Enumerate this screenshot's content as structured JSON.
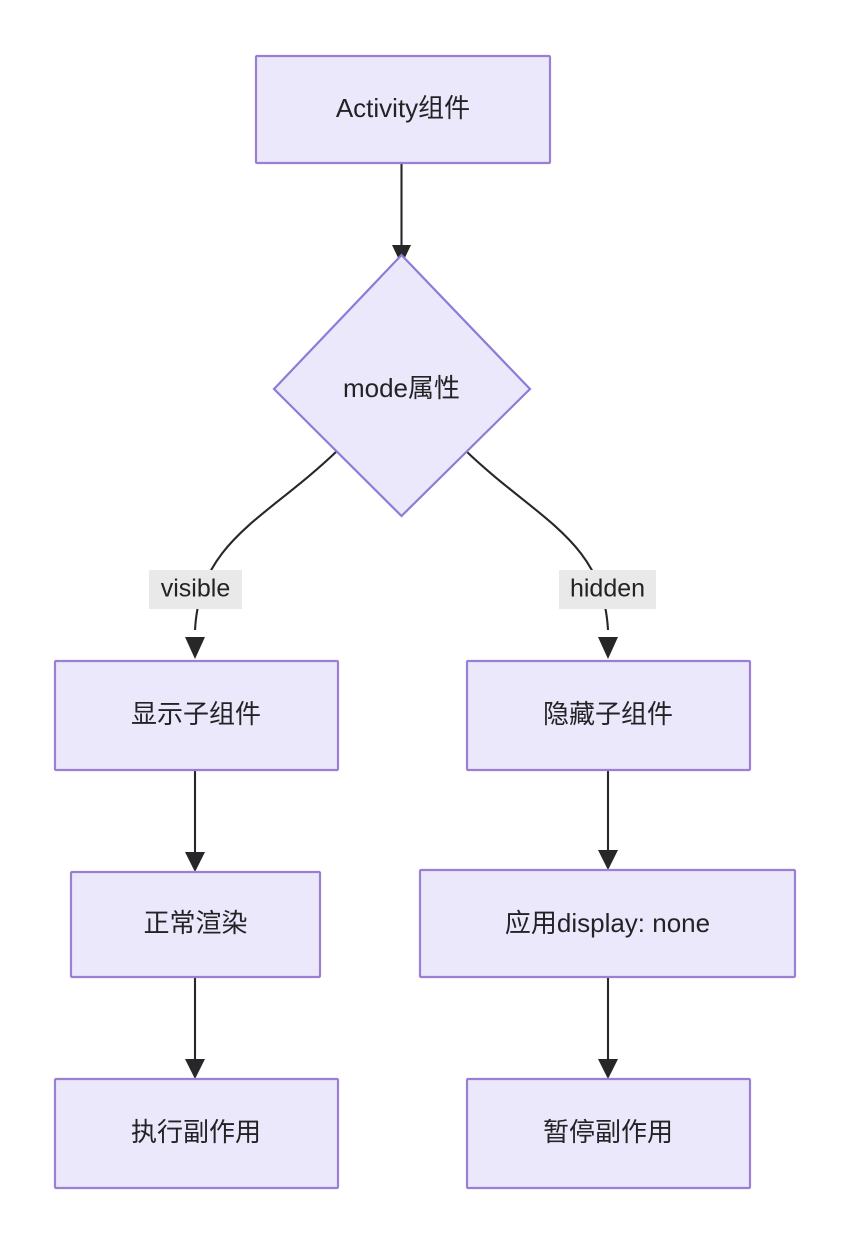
{
  "diagram": {
    "type": "flowchart",
    "direction": "top-down",
    "background_color": "#ffffff",
    "node_fill_color": "#ece8fb",
    "node_border_color": "#9b7fd4",
    "edge_color": "#27272a",
    "edge_label_bg_color": "#e9e9e9",
    "text_color": "#232326",
    "nodes": [
      {
        "id": "activity",
        "label": "Activity组件",
        "shape": "rect"
      },
      {
        "id": "mode",
        "label": "mode属性",
        "shape": "diamond"
      },
      {
        "id": "show_child",
        "label": "显示子组件",
        "shape": "rect"
      },
      {
        "id": "hide_child",
        "label": "隐藏子组件",
        "shape": "rect"
      },
      {
        "id": "normal_render",
        "label": "正常渲染",
        "shape": "rect"
      },
      {
        "id": "apply_display",
        "label": "应用display: none",
        "shape": "rect"
      },
      {
        "id": "run_effect",
        "label": "执行副作用",
        "shape": "rect"
      },
      {
        "id": "pause_effect",
        "label": "暂停副作用",
        "shape": "rect"
      }
    ],
    "edges": [
      {
        "from": "activity",
        "to": "mode",
        "label": ""
      },
      {
        "from": "mode",
        "to": "show_child",
        "label": "visible"
      },
      {
        "from": "mode",
        "to": "hide_child",
        "label": "hidden"
      },
      {
        "from": "show_child",
        "to": "normal_render",
        "label": ""
      },
      {
        "from": "hide_child",
        "to": "apply_display",
        "label": ""
      },
      {
        "from": "normal_render",
        "to": "run_effect",
        "label": ""
      },
      {
        "from": "apply_display",
        "to": "pause_effect",
        "label": ""
      }
    ]
  }
}
